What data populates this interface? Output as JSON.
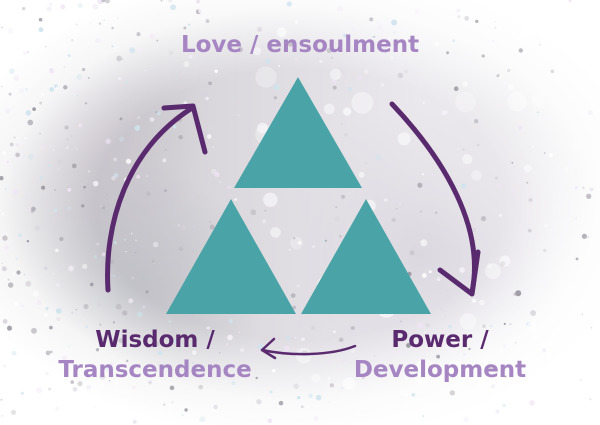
{
  "labels": {
    "top": "Love / ensoulment",
    "left_line1": "Wisdom /",
    "left_line2": "Transcendence",
    "right_line1": "Power /",
    "right_line2": "Development"
  },
  "colors": {
    "triangle": "#4aa3a6",
    "arrow": "#5a2a6e",
    "label_light": "#a586c2",
    "label_dark": "#5a2a6e"
  }
}
